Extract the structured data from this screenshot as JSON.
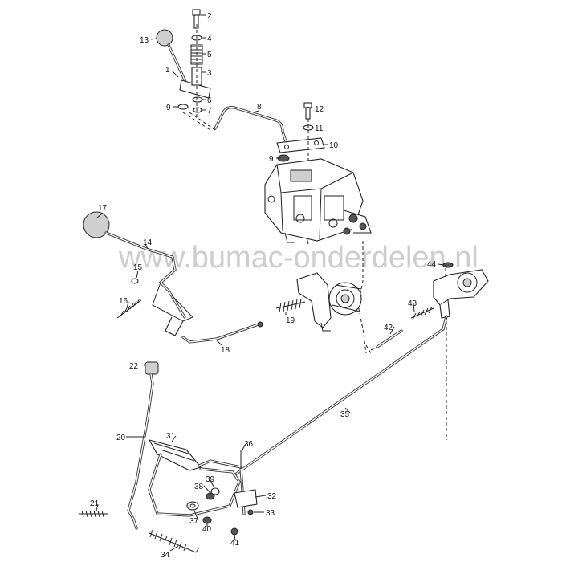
{
  "watermark": "www.bumac-onderdelen.nl",
  "callouts": [
    "1",
    "2",
    "3",
    "4",
    "5",
    "6",
    "7",
    "8",
    "9",
    "9",
    "10",
    "11",
    "12",
    "13",
    "14",
    "15",
    "16",
    "17",
    "18",
    "19",
    "20",
    "21",
    "22",
    "31",
    "32",
    "33",
    "34",
    "35",
    "36",
    "37",
    "38",
    "39",
    "40",
    "41",
    "42",
    "43",
    "44"
  ]
}
